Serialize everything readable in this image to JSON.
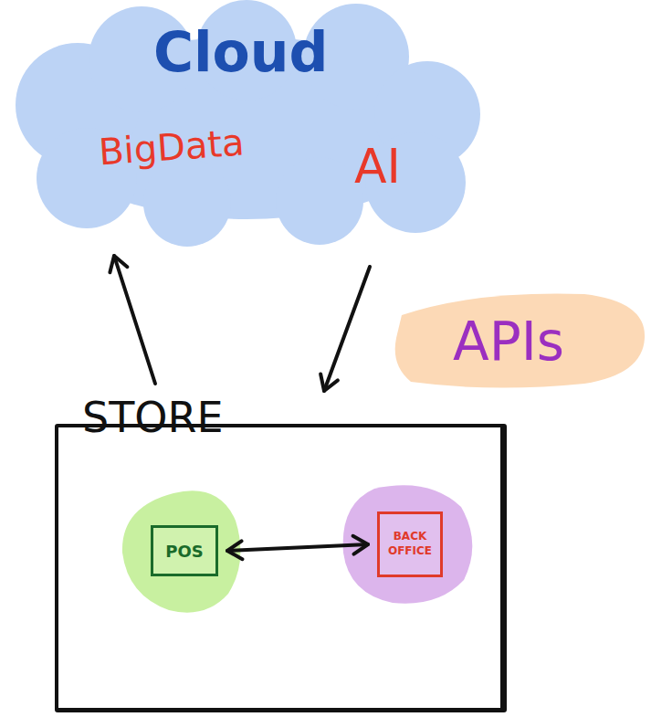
{
  "diagram": {
    "nodes": [
      {
        "text": [
          "Cloud",
          "BigData",
          "AI"
        ]
      },
      {
        "text": [
          "STORE"
        ]
      },
      {
        "text": [
          "POS"
        ],
        "in": 1
      },
      {
        "text": [
          "BACK OFFICE"
        ],
        "in": 1
      }
    ],
    "edges": [
      {
        "from": 1,
        "to": 0,
        "arrow": "to"
      },
      {
        "from": 0,
        "to": 1,
        "arrow": "to"
      },
      {
        "from": 2,
        "to": 3,
        "arrow": "both"
      }
    ],
    "labels": [
      "APIs"
    ]
  }
}
